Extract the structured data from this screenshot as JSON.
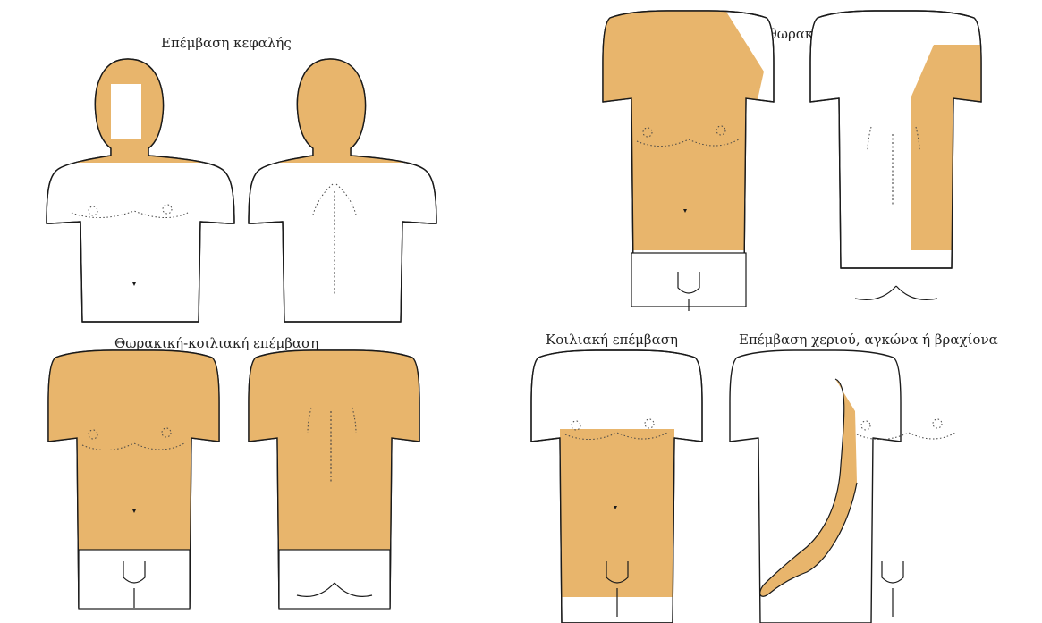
{
  "colors": {
    "shaded_area": "#e8b56c",
    "outline": "#1a1a1a",
    "background": "#ffffff"
  },
  "panels": [
    {
      "id": "head",
      "caption": "Επέμβαση κεφαλής"
    },
    {
      "id": "unilateral-thoracic",
      "caption": "Ετερόπλευρη θωρακική επέμβαση"
    },
    {
      "id": "thoraco-abdominal",
      "caption": "Θωρακική-κοιλιακή επέμβαση"
    },
    {
      "id": "abdominal",
      "caption": "Κοιλιακή επέμβαση"
    },
    {
      "id": "arm",
      "caption": "Επέμβαση χεριού, αγκώνα ή βραχίονα"
    }
  ]
}
